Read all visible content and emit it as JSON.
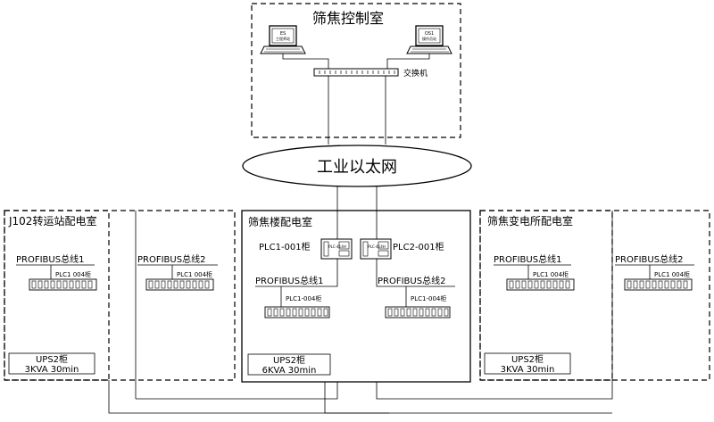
{
  "control_room": {
    "title": "筛焦控制室",
    "es_label_1": "ES",
    "es_label_2": "工程师站",
    "os_label_1": "OS1",
    "os_label_2": "操作员站",
    "switch_label": "交换机"
  },
  "ethernet": {
    "label": "工业以太网"
  },
  "rooms": {
    "j102": {
      "title": "J102转运站配电室",
      "bus1": "PROFIBUS总线1",
      "bus2": "PROFIBUS总线2",
      "node1": "PLC1  004柜",
      "node2": "PLC1  004柜",
      "ups_line1": "UPS2柜",
      "ups_line2": "3KVA 30min"
    },
    "shaijiao_lou": {
      "title": "筛焦楼配电室",
      "plc1": "PLC1-001柜",
      "plc2": "PLC2-001柜",
      "plc_box_label_1": "PLC-414H",
      "plc_box_label_2": "PLC-414H",
      "bus1": "PROFIBUS总线1",
      "bus2": "PROFIBUS总线2",
      "node1": "PLC1-004柜",
      "node2": "PLC1-004柜",
      "ups_line1": "UPS2柜",
      "ups_line2": "6KVA 30min"
    },
    "bianDianSuo": {
      "title": "筛焦变电所配电室",
      "bus1": "PROFIBUS总线1",
      "bus2": "PROFIBUS总线2",
      "node1": "PLC1  004柜",
      "node2": "PLC1  004柜",
      "ups_line1": "UPS2柜",
      "ups_line2": "3KVA 30min"
    }
  }
}
